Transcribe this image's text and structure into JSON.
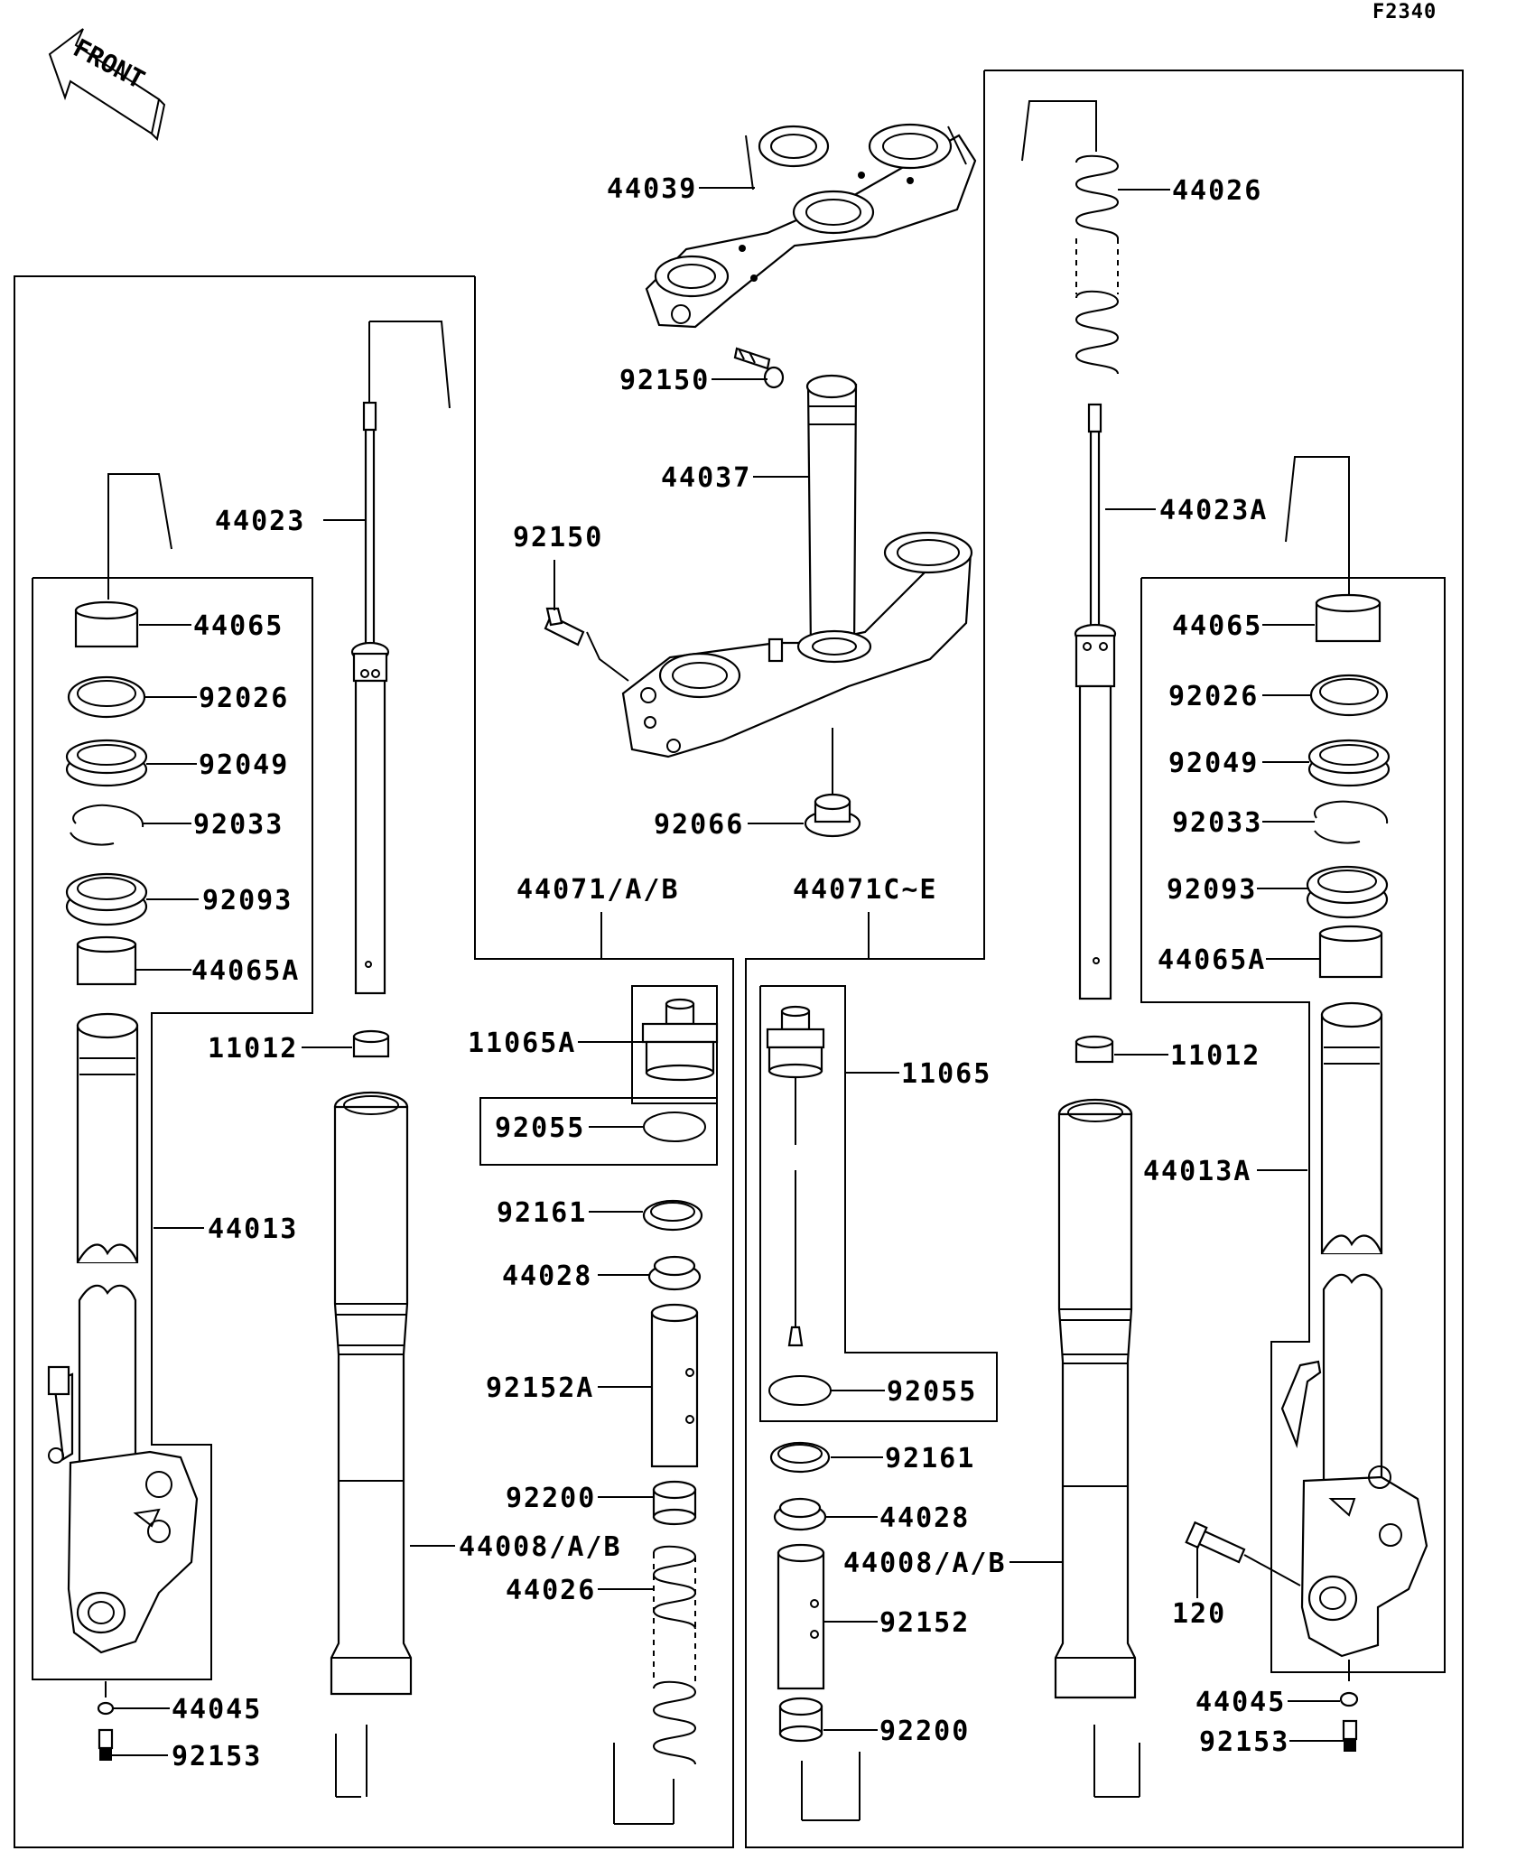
{
  "figure_code": "F2340",
  "front_label": "FRONT",
  "labels": {
    "p44039": "44039",
    "p92150_top": "92150",
    "p44037": "44037",
    "p92150_mid": "92150",
    "p92066": "92066",
    "p44071ab": "44071/A/B",
    "p44071ce": "44071C~E",
    "p44023": "44023",
    "p44023a": "44023A",
    "p44026_top": "44026",
    "p44065_l": "44065",
    "p92026_l": "92026",
    "p92049_l": "92049",
    "p92033_l": "92033",
    "p92093_l": "92093",
    "p44065a_l": "44065A",
    "p44065_r": "44065",
    "p92026_r": "92026",
    "p92049_r": "92049",
    "p92033_r": "92033",
    "p92093_r": "92093",
    "p44065a_r": "44065A",
    "p11012_l": "11012",
    "p11012_r": "11012",
    "p11065a": "11065A",
    "p92055_l": "92055",
    "p11065": "11065",
    "p92055_r": "92055",
    "p92161_l": "92161",
    "p44028_l": "44028",
    "p92152a": "92152A",
    "p92200_l": "92200",
    "p44026_bot": "44026",
    "p44008_l": "44008/A/B",
    "p92161_r": "92161",
    "p44028_r": "44028",
    "p44008_r": "44008/A/B",
    "p92152": "92152",
    "p92200_r": "92200",
    "p44013": "44013",
    "p44013a": "44013A",
    "p120": "120",
    "p44045_l": "44045",
    "p92153_l": "92153",
    "p44045_r": "44045",
    "p92153_r": "92153"
  }
}
